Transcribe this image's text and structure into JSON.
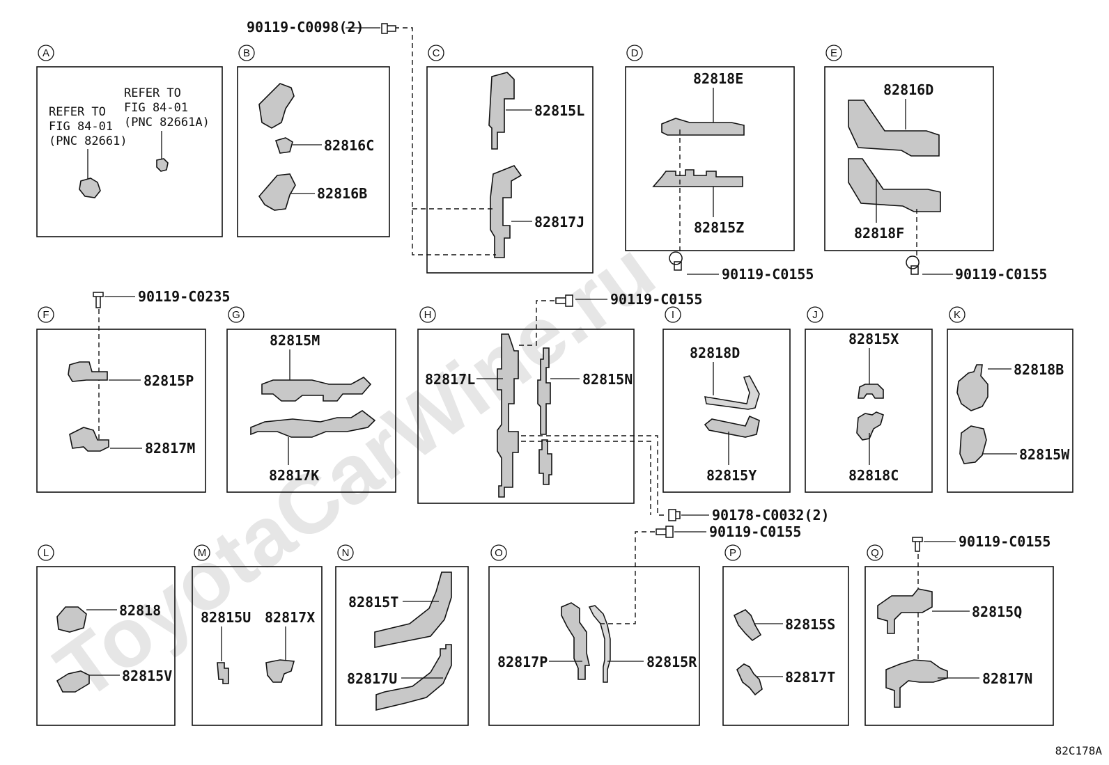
{
  "watermark": "ToyotaCarWine.ru",
  "figure_code": "82C178A",
  "sections": [
    {
      "letter": "A",
      "notes": [
        {
          "lines": [
            "REFER TO",
            "FIG 84-01",
            "(PNC 82661)"
          ]
        },
        {
          "lines": [
            "REFER TO",
            "FIG 84-01",
            "(PNC 82661A)"
          ]
        }
      ]
    },
    {
      "letter": "B",
      "parts": [
        "82816C",
        "82816B"
      ]
    },
    {
      "letter": "C",
      "parts": [
        "82815L",
        "82817J"
      ]
    },
    {
      "letter": "D",
      "parts": [
        "82818E",
        "82815Z"
      ]
    },
    {
      "letter": "E",
      "parts": [
        "82816D",
        "82818F"
      ]
    },
    {
      "letter": "F",
      "parts": [
        "82815P",
        "82817M"
      ]
    },
    {
      "letter": "G",
      "parts": [
        "82815M",
        "82817K"
      ]
    },
    {
      "letter": "H",
      "parts": [
        "82817L",
        "82815N"
      ]
    },
    {
      "letter": "I",
      "parts": [
        "82818D",
        "82815Y"
      ]
    },
    {
      "letter": "J",
      "parts": [
        "82815X",
        "82818C"
      ]
    },
    {
      "letter": "K",
      "parts": [
        "82818B",
        "82815W"
      ]
    },
    {
      "letter": "L",
      "parts": [
        "82818",
        "82815V"
      ]
    },
    {
      "letter": "M",
      "parts": [
        "82815U",
        "82817X"
      ]
    },
    {
      "letter": "N",
      "parts": [
        "82815T",
        "82817U"
      ]
    },
    {
      "letter": "O",
      "parts": [
        "82817P",
        "82815R"
      ]
    },
    {
      "letter": "P",
      "parts": [
        "82815S",
        "82817T"
      ]
    },
    {
      "letter": "Q",
      "parts": [
        "82815Q",
        "82817N"
      ]
    }
  ],
  "fasteners": [
    {
      "id": "bolt-c",
      "label": "90119-C0098(2)"
    },
    {
      "id": "bolt-d",
      "label": "90119-C0155"
    },
    {
      "id": "bolt-e",
      "label": "90119-C0155"
    },
    {
      "id": "bolt-f",
      "label": "90119-C0235"
    },
    {
      "id": "bolt-h",
      "label": "90119-C0155"
    },
    {
      "id": "nut-h",
      "label": "90178-C0032(2)"
    },
    {
      "id": "bolt-o",
      "label": "90119-C0155"
    },
    {
      "id": "bolt-q",
      "label": "90119-C0155"
    }
  ]
}
